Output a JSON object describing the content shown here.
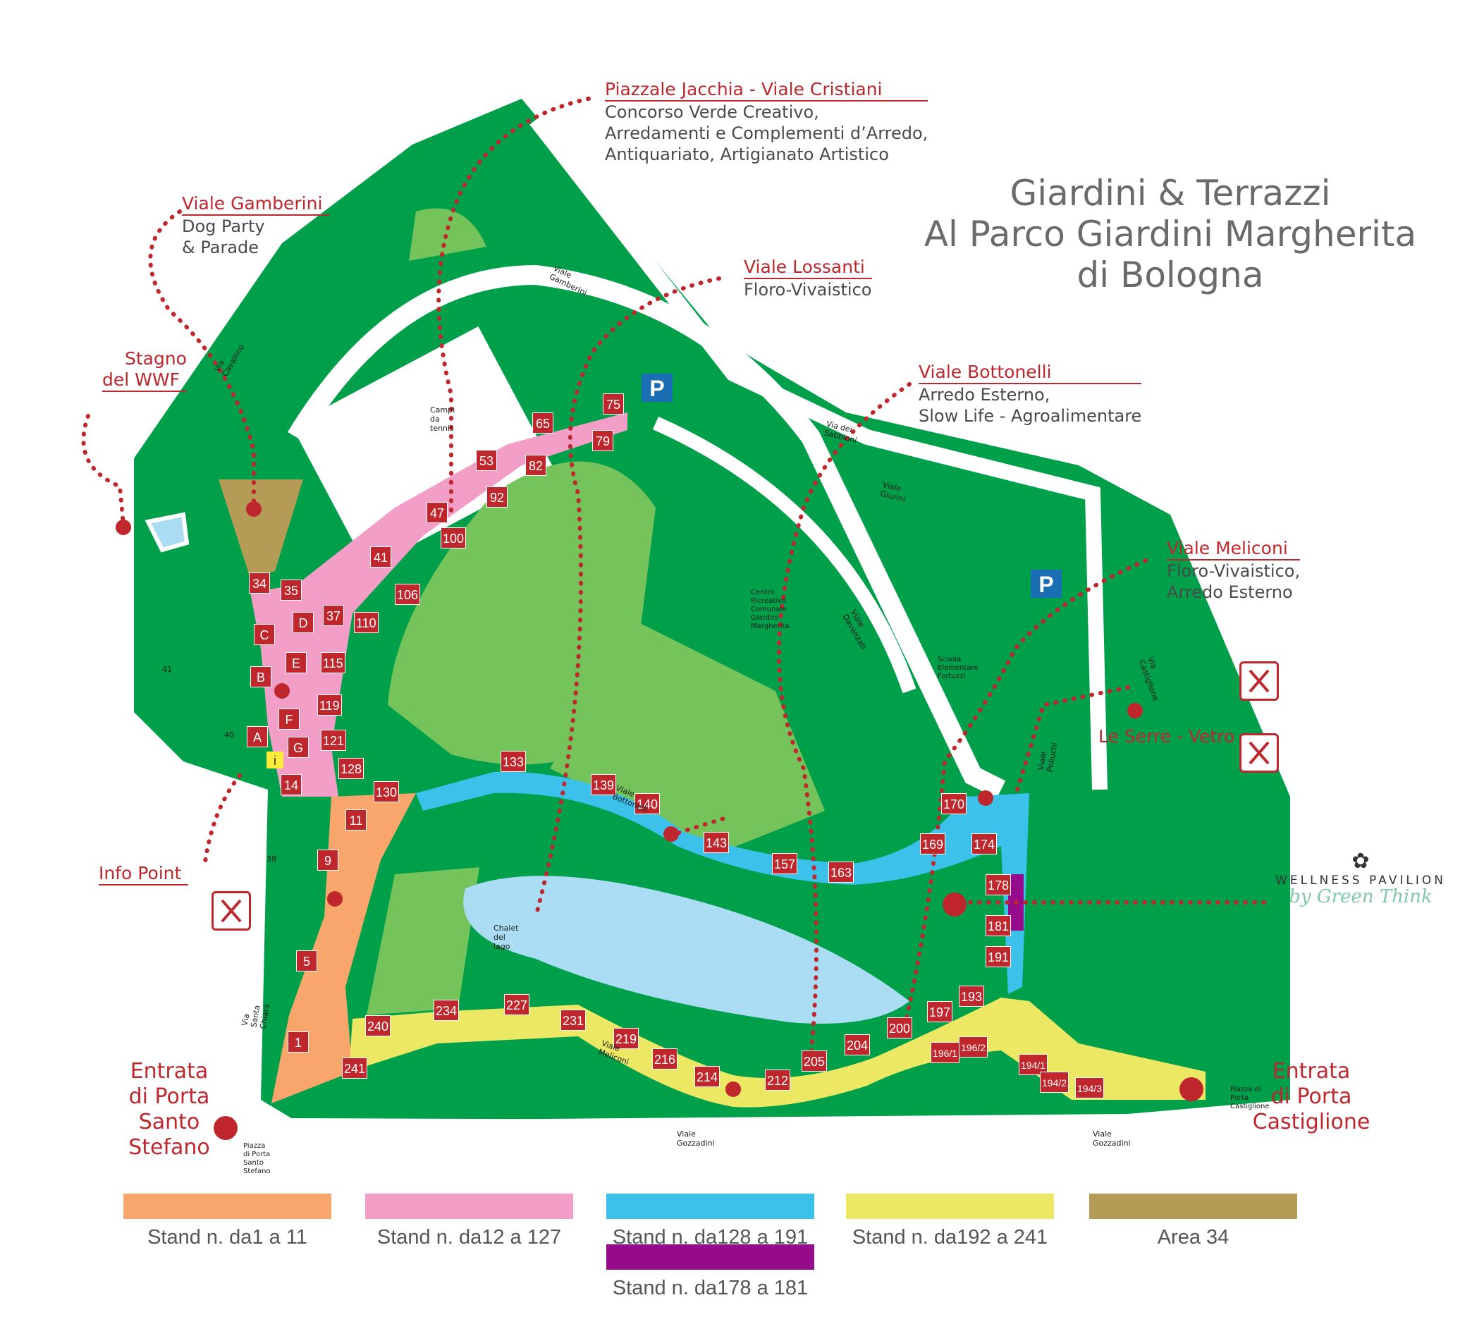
{
  "title": [
    "Giardini & Terrazzi",
    "Al Parco Giardini Margherita",
    "di Bologna"
  ],
  "colors": {
    "park_green": "#00a04b",
    "meadow_green": "#74c35b",
    "lake_blue": "#aadcf3",
    "zone_orange": "#f9a66d",
    "zone_pink": "#f39ec6",
    "zone_cyan": "#3cc1ea",
    "zone_yellow": "#ece863",
    "zone_purple": "#960a8c",
    "zone_khaki": "#b59c56",
    "accent_red": "#c0272d"
  },
  "zones": {
    "jacchia": {
      "title": "Piazzale Jacchia - Viale Cristiani",
      "lines": [
        "Concorso Verde Creativo,",
        "Arredamenti e Complementi d’Arredo,",
        "Antiquariato, Artigianato Artistico"
      ]
    },
    "gamberini": {
      "title": "Viale Gamberini",
      "lines": [
        "Dog Party",
        "& Parade"
      ]
    },
    "lossanti": {
      "title": "Viale Lossanti",
      "lines": [
        "Floro-Vivaistico"
      ]
    },
    "bottonelli": {
      "title": "Viale Bottonelli",
      "lines": [
        "Arredo Esterno,",
        "Slow Life - Agroalimentare"
      ]
    },
    "meliconi": {
      "title": "Viale Meliconi",
      "lines": [
        "Floro-Vivaistico,",
        "Arredo Esterno"
      ]
    },
    "stagno": {
      "title_lines": [
        "Stagno",
        "del WWF"
      ]
    },
    "serre": {
      "title": "Le Serre - Vetro"
    },
    "info": {
      "title": "Info Point"
    }
  },
  "entrances": {
    "santo_stefano": [
      "Entrata",
      "di Porta",
      "Santo",
      "Stefano"
    ],
    "castiglione": [
      "Entrata",
      "di Porta",
      "Castiglione"
    ]
  },
  "wellness": {
    "line1": "WELLNESS PAVILION",
    "line2": "by Green Think"
  },
  "parking_label": "P",
  "info_label": "i",
  "street_labels": {
    "gamberini": "Viale Gamberini",
    "tennis": "Campi da tennis",
    "sabbioni": "Via dei Sabbioni",
    "giurini": "Viale Giurini",
    "davanzati": "Viale Davanzati",
    "centro": [
      "Centro",
      "Ricreativo",
      "Comunale",
      "Giardini",
      "Margherita"
    ],
    "scuola": [
      "Scuola Elementare",
      "Fortuzzi"
    ],
    "castiglione_via": "Via Castiglione",
    "poliuchi": "Viale Poliuchi",
    "bottonelli": "Viale Bottonelli",
    "chalet": "Chalet del lago",
    "meliconi": "Viale Meliconi",
    "gozzadini": "Viale Gozzadini",
    "gozzadini2": "Viale Gozzadini",
    "santa_chiara": "Via Santa Chiara",
    "piazza_ss": [
      "Piazza di Porta",
      "Santo Stefano"
    ],
    "piazza_c": [
      "Piazza di Porta",
      "Castiglione"
    ],
    "cavallino": "Via Cavallino",
    "num40": "40",
    "num41": "41",
    "num38": "38"
  },
  "stands": [
    "75",
    "65",
    "79",
    "53",
    "82",
    "92",
    "47",
    "100",
    "41",
    "106",
    "34",
    "35",
    "37",
    "110",
    "C",
    "D",
    "E",
    "115",
    "B",
    "119",
    "F",
    "A",
    "G",
    "121",
    "14",
    "128",
    "130",
    "11",
    "133",
    "139",
    "140",
    "143",
    "157",
    "163",
    "170",
    "169",
    "174",
    "178",
    "181",
    "191",
    "9",
    "5",
    "1",
    "240",
    "241",
    "234",
    "227",
    "231",
    "219",
    "216",
    "214",
    "212",
    "205",
    "204",
    "200",
    "197",
    "193",
    "196/1",
    "196/2",
    "194/1",
    "194/2",
    "194/3"
  ],
  "legend": [
    {
      "label": "Stand n. da1  a 11",
      "color": "#f9a66d"
    },
    {
      "label": "Stand n. da12  a 127",
      "color": "#f39ec6"
    },
    {
      "label": "Stand n. da128  a 191",
      "color": "#3cc1ea"
    },
    {
      "label": "Stand n. da192  a 241",
      "color": "#ece863"
    },
    {
      "label": "Area 34",
      "color": "#b59c56"
    },
    {
      "label": "Stand n. da178 a 181",
      "color": "#960a8c"
    }
  ]
}
